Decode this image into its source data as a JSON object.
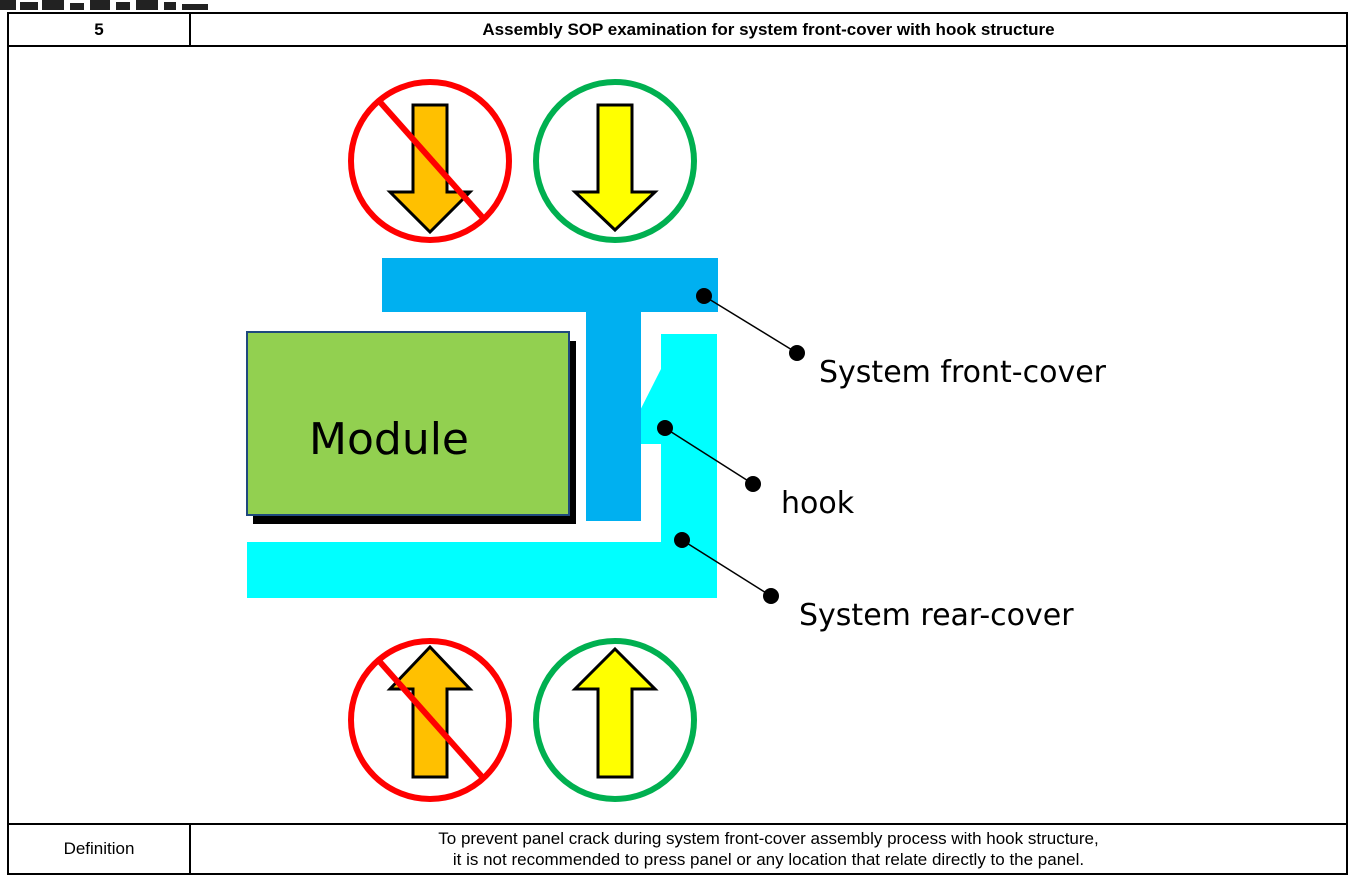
{
  "header": {
    "number": "5",
    "title": "Assembly SOP examination for system front-cover with hook structure"
  },
  "diagram": {
    "module_label": "Module",
    "callouts": {
      "front_cover": "System front-cover",
      "hook": "hook",
      "rear_cover": "System rear-cover"
    },
    "colors": {
      "front_cover": "#00b0f0",
      "rear_cover": "#00ffff",
      "module": "#92d050",
      "prohibited_ring": "#ff0000",
      "recommended_ring": "#00b050",
      "prohibited_arrow": "#ffc000",
      "recommended_arrow": "#ffff00"
    },
    "indicators": {
      "top_prohibited": "prohibited-down-arrow-icon",
      "top_recommended": "recommended-down-arrow-icon",
      "bottom_prohibited": "prohibited-up-arrow-icon",
      "bottom_recommended": "recommended-up-arrow-icon"
    }
  },
  "footer": {
    "label": "Definition",
    "line1": "To prevent panel crack during system front-cover assembly process with hook structure,",
    "line2": "it is not recommended to press panel or any location that relate directly to the panel."
  }
}
